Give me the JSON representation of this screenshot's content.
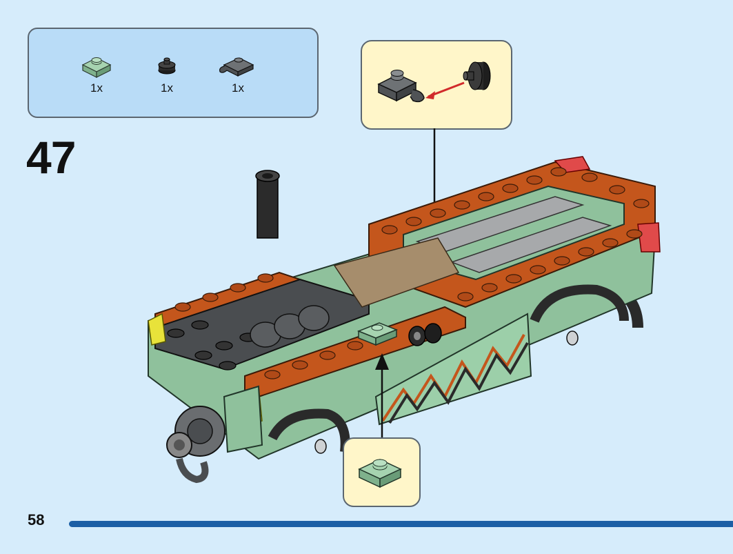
{
  "parts": [
    {
      "name": "sand-green-plate-1x1",
      "qty": "1x",
      "color": "#8fc19c"
    },
    {
      "name": "black-round-plate",
      "qty": "1x",
      "color": "#2b2b2b"
    },
    {
      "name": "dark-grey-clip-plate",
      "qty": "1x",
      "color": "#5f6366"
    }
  ],
  "step": {
    "number": "47"
  },
  "page": {
    "number": "58"
  },
  "colors": {
    "background": "#d6ecfb",
    "parts_box": "#b9dcf7",
    "callout": "#fff6c9",
    "bar": "#1c5fa5",
    "orange": "#c4561c",
    "sand_green": "#8fc19c",
    "dark_grey": "#4a4d50"
  }
}
